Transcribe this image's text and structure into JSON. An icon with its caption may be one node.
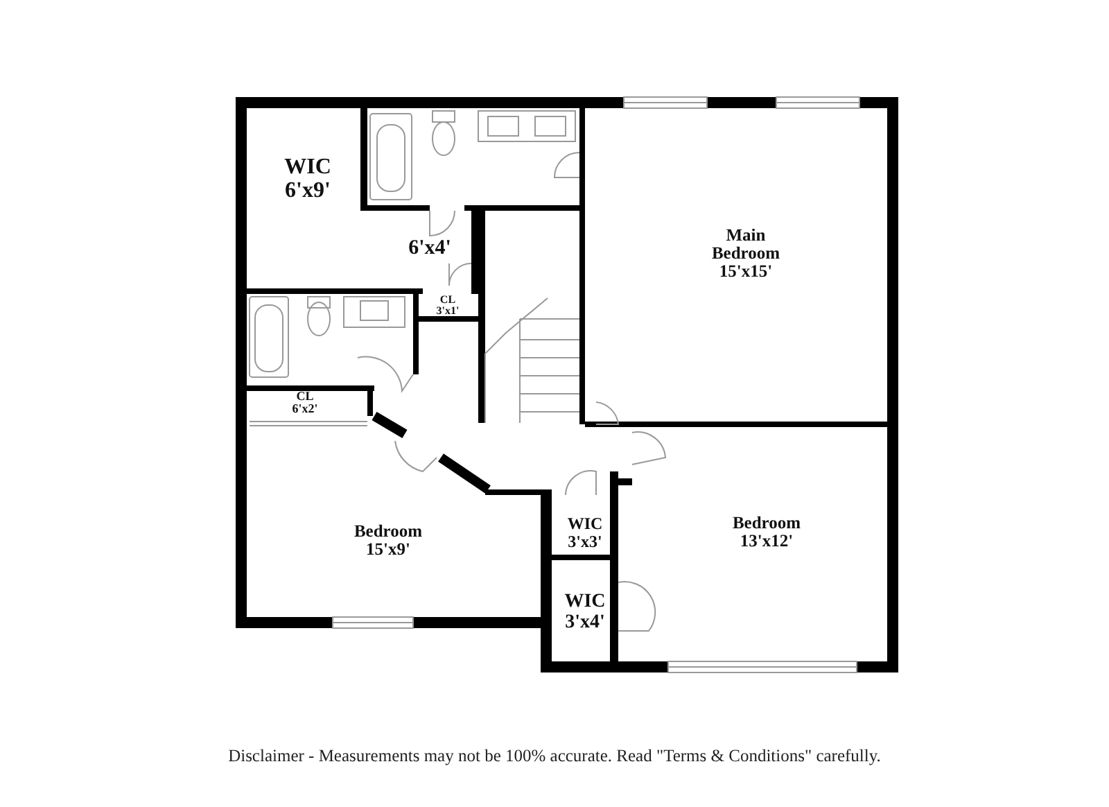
{
  "diagram": {
    "labels": [
      "WIC 6'x9'",
      "6'x4'",
      "CL 3'x1'",
      "Main Bedroom 15'x15'",
      "CL 6'x2'",
      "Bedroom 15'x9'",
      "WIC 3'x3'",
      "Bedroom 13'x12'",
      "WIC 3'x4'"
    ],
    "caption": "Disclaimer - Measurements may not be 100% accurate. Read \"Terms & Conditions\" carefully."
  }
}
